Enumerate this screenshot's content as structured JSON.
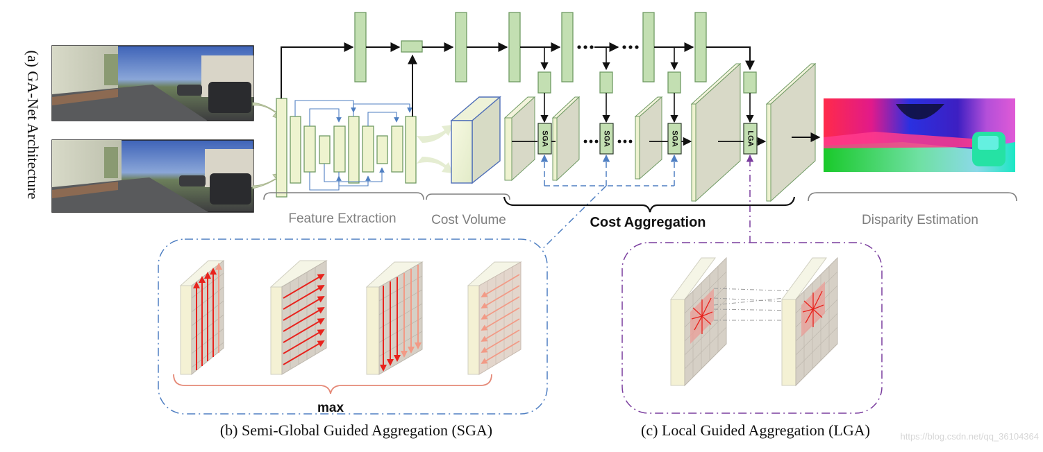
{
  "figure": {
    "side_title": "(a) GA-Net Architecture",
    "sections": {
      "feature_extraction": "Feature Extraction",
      "cost_volume": "Cost Volume",
      "cost_aggregation": "Cost Aggregation",
      "disparity_estimation": "Disparity Estimation"
    },
    "block_labels": {
      "sga": "SGA",
      "lga": "LGA"
    },
    "sga_panel": {
      "caption": "(b) Semi-Global Guided Aggregation (SGA)",
      "reduce_label": "max"
    },
    "lga_panel": {
      "caption": "(c) Local Guided Aggregation (LGA)"
    },
    "watermark": "https://blog.csdn.net/qq_36104364"
  },
  "colors": {
    "block_green": "#c3dfb2",
    "block_green_stroke": "#6f9a63",
    "volume_cream": "#f3f3dc",
    "sga_blue": "#4f7fc2",
    "lga_purple": "#7a3d9e",
    "arrow_red": "#e8231d",
    "brace_red": "#e58977",
    "label_gray": "#7f7f7f"
  }
}
